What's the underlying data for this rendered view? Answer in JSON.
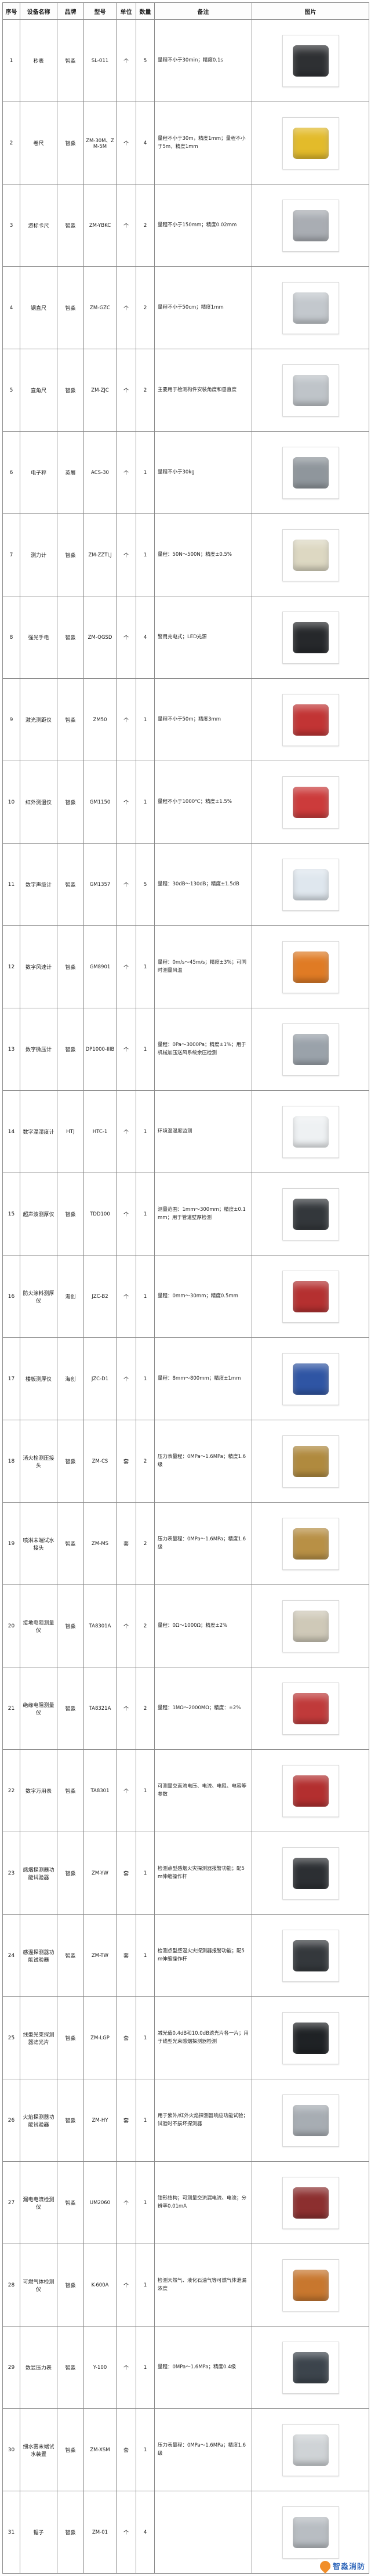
{
  "table": {
    "columns": [
      "序号",
      "设备名称",
      "品牌",
      "型号",
      "单位",
      "数量",
      "备注",
      "图片"
    ]
  },
  "rows": [
    {
      "no": "1",
      "name": "秒表",
      "brand": "智淼",
      "model": "SL-011",
      "unit": "个",
      "qty": "5",
      "remark": "量程不小于30min；精度0.1s",
      "photo_name": "stopwatch",
      "photo_color": "#2e3033"
    },
    {
      "no": "2",
      "name": "卷尺",
      "brand": "智淼",
      "model": "ZM-30M、ZM-5M",
      "unit": "个",
      "qty": "4",
      "remark": "量程不小于30m，精度1mm；量程不小于5m，精度1mm",
      "photo_name": "tape-measure",
      "photo_color": "#e3bb2a"
    },
    {
      "no": "3",
      "name": "游标卡尺",
      "brand": "智淼",
      "model": "ZM-YBKC",
      "unit": "个",
      "qty": "2",
      "remark": "量程不小于150mm；精度0.02mm",
      "photo_name": "vernier-caliper",
      "photo_color": "#a9adb3"
    },
    {
      "no": "4",
      "name": "钢直尺",
      "brand": "智淼",
      "model": "ZM-GZC",
      "unit": "个",
      "qty": "2",
      "remark": "量程不小于50cm；精度1mm",
      "photo_name": "steel-ruler",
      "photo_color": "#c3c8cd"
    },
    {
      "no": "5",
      "name": "直角尺",
      "brand": "智淼",
      "model": "ZM-ZJC",
      "unit": "个",
      "qty": "2",
      "remark": "主要用于检测构件安装角度和垂直度",
      "photo_name": "angle-square",
      "photo_color": "#bfc4c9"
    },
    {
      "no": "6",
      "name": "电子秤",
      "brand": "英展",
      "model": "ACS-30",
      "unit": "个",
      "qty": "1",
      "remark": "量程不小于30kg",
      "photo_name": "electronic-scale",
      "photo_color": "#8f969c"
    },
    {
      "no": "7",
      "name": "测力计",
      "brand": "智淼",
      "model": "ZM-ZZTLJ",
      "unit": "个",
      "qty": "1",
      "remark": "量程：50N～500N；精度±0.5%",
      "photo_name": "force-gauge",
      "photo_color": "#ddd8c2"
    },
    {
      "no": "8",
      "name": "强光手电",
      "brand": "智淼",
      "model": "ZM-QGSD",
      "unit": "个",
      "qty": "4",
      "remark": "警用充电式；LED光源",
      "photo_name": "flashlight",
      "photo_color": "#26282b"
    },
    {
      "no": "9",
      "name": "激光测距仪",
      "brand": "智淼",
      "model": "ZM50",
      "unit": "个",
      "qty": "1",
      "remark": "量程不小于50m；精度3mm",
      "photo_name": "laser-rangefinder",
      "photo_color": "#c23434"
    },
    {
      "no": "10",
      "name": "红外测温仪",
      "brand": "智淼",
      "model": "GM1150",
      "unit": "个",
      "qty": "1",
      "remark": "量程不小于1000℃；精度±1.5%",
      "photo_name": "infrared-thermometer",
      "photo_color": "#cc3b3b"
    },
    {
      "no": "11",
      "name": "数字声级计",
      "brand": "智淼",
      "model": "GM1357",
      "unit": "个",
      "qty": "5",
      "remark": "量程：30dB～130dB；精度±1.5dB",
      "photo_name": "sound-level-meter",
      "photo_color": "#dfe7ee"
    },
    {
      "no": "12",
      "name": "数字风速计",
      "brand": "智淼",
      "model": "GM8901",
      "unit": "个",
      "qty": "1",
      "remark": "量程：0m/s～45m/s；精度±3%；可同时测量风温",
      "photo_name": "anemometer",
      "photo_color": "#e07b24"
    },
    {
      "no": "13",
      "name": "数字微压计",
      "brand": "智淼",
      "model": "DP1000-IIIB",
      "unit": "个",
      "qty": "1",
      "remark": "量程：0Pa～3000Pa；精度±1%；用于机械加压送风系统余压检测",
      "photo_name": "micro-manometer",
      "photo_color": "#9aa2aa"
    },
    {
      "no": "14",
      "name": "数字温湿度计",
      "brand": "HTJ",
      "model": "HTC-1",
      "unit": "个",
      "qty": "1",
      "remark": "环境温湿度监测",
      "photo_name": "thermo-hygrometer",
      "photo_color": "#eef1f3"
    },
    {
      "no": "15",
      "name": "超声波测厚仪",
      "brand": "智淼",
      "model": "TDD100",
      "unit": "个",
      "qty": "1",
      "remark": "测量范围：1mm～300mm；精度±0.1mm；用于管道壁厚检测",
      "photo_name": "ultrasonic-thickness-gauge",
      "photo_color": "#33373b"
    },
    {
      "no": "16",
      "name": "防火涂料测厚仪",
      "brand": "海创",
      "model": "JZC-B2",
      "unit": "个",
      "qty": "1",
      "remark": "量程：0mm～30mm；精度0.5mm",
      "photo_name": "coating-thickness-gauge",
      "photo_color": "#b53030"
    },
    {
      "no": "17",
      "name": "楼板测厚仪",
      "brand": "海创",
      "model": "JZC-D1",
      "unit": "个",
      "qty": "1",
      "remark": "量程：8mm～800mm；精度±1mm",
      "photo_name": "slab-thickness-gauge",
      "photo_color": "#2f55a4"
    },
    {
      "no": "18",
      "name": "消火栓测压接头",
      "brand": "智淼",
      "model": "ZM-CS",
      "unit": "套",
      "qty": "2",
      "remark": "压力表量程：0MPa～1.6MPa；精度1.6级",
      "photo_name": "hydrant-pressure-adapter",
      "photo_color": "#b08a3e"
    },
    {
      "no": "19",
      "name": "喷淋末端试水接头",
      "brand": "智淼",
      "model": "ZM-MS",
      "unit": "套",
      "qty": "2",
      "remark": "压力表量程：0MPa～1.6MPa；精度1.6级",
      "photo_name": "sprinkler-test-adapter",
      "photo_color": "#b89045"
    },
    {
      "no": "20",
      "name": "接地电阻测量仪",
      "brand": "智淼",
      "model": "TA8301A",
      "unit": "个",
      "qty": "2",
      "remark": "量程：0Ω～1000Ω；精度±2%",
      "photo_name": "earth-resistance-tester",
      "photo_color": "#cfc9b8"
    },
    {
      "no": "21",
      "name": "绝缘电阻测量仪",
      "brand": "智淼",
      "model": "TA8321A",
      "unit": "个",
      "qty": "2",
      "remark": "量程：1MΩ～2000MΩ；精度：±2%",
      "photo_name": "insulation-tester",
      "photo_color": "#c03a3a"
    },
    {
      "no": "22",
      "name": "数字万用表",
      "brand": "智淼",
      "model": "TA8301",
      "unit": "个",
      "qty": "1",
      "remark": "可测量交直流电压、电流、电阻、电容等参数",
      "photo_name": "multimeter",
      "photo_color": "#b32f2f"
    },
    {
      "no": "23",
      "name": "感烟探测器功能试验器",
      "brand": "智淼",
      "model": "ZM-YW",
      "unit": "套",
      "qty": "1",
      "remark": "检测点型感烟火灾探测器报警功能；配5m伸缩操作杆",
      "photo_name": "smoke-detector-tester",
      "photo_color": "#2c2f33"
    },
    {
      "no": "24",
      "name": "感温探测器功能试验器",
      "brand": "智淼",
      "model": "ZM-TW",
      "unit": "套",
      "qty": "1",
      "remark": "检测点型感温火灾探测器报警功能；配5m伸缩操作杆",
      "photo_name": "heat-detector-tester",
      "photo_color": "#34383c"
    },
    {
      "no": "25",
      "name": "线型光束探测器滤光片",
      "brand": "智淼",
      "model": "ZM-LGP",
      "unit": "套",
      "qty": "1",
      "remark": "减光值0.4dB和10.0dB滤光片各一片；用于线型光束感烟探测器检测",
      "photo_name": "beam-filter-set",
      "photo_color": "#1f2225"
    },
    {
      "no": "26",
      "name": "火焰探测器功能试验器",
      "brand": "智淼",
      "model": "ZM-HY",
      "unit": "套",
      "qty": "1",
      "remark": "用于紫外/红外火焰探测器响应功能试验；试验时不损坏探测器",
      "photo_name": "flame-detector-tester",
      "photo_color": "#a7adb3"
    },
    {
      "no": "27",
      "name": "漏电电流检测仪",
      "brand": "智淼",
      "model": "UM2060",
      "unit": "个",
      "qty": "1",
      "remark": "钳形结构；可测量交流漏电流、电流；分辨率0.01mA",
      "photo_name": "leakage-clamp-meter",
      "photo_color": "#8c2f2f"
    },
    {
      "no": "28",
      "name": "可燃气体检测仪",
      "brand": "智淼",
      "model": "K-600A",
      "unit": "个",
      "qty": "1",
      "remark": "检测天然气、液化石油气等可燃气体泄漏浓度",
      "photo_name": "gas-detector",
      "photo_color": "#c8772e"
    },
    {
      "no": "29",
      "name": "数显压力表",
      "brand": "智淼",
      "model": "Y-100",
      "unit": "个",
      "qty": "1",
      "remark": "量程：0MPa～1.6MPa；精度0.4级",
      "photo_name": "digital-pressure-gauge",
      "photo_color": "#3c444c"
    },
    {
      "no": "30",
      "name": "细水雾末端试水装置",
      "brand": "智淼",
      "model": "ZM-XSM",
      "unit": "套",
      "qty": "1",
      "remark": "压力表量程：0MPa～1.6MPa；精度1.6级",
      "photo_name": "end-test-device",
      "photo_color": "#cfd3d6"
    },
    {
      "no": "31",
      "name": "锯子",
      "brand": "智淼",
      "model": "ZM-01",
      "unit": "个",
      "qty": "4",
      "remark": "",
      "photo_name": "saw-blade",
      "photo_color": "#b8bdc2"
    }
  ],
  "watermark": {
    "text": "智淼消防",
    "accent_orange": "#f08519",
    "accent_blue": "#1f5bb5"
  }
}
